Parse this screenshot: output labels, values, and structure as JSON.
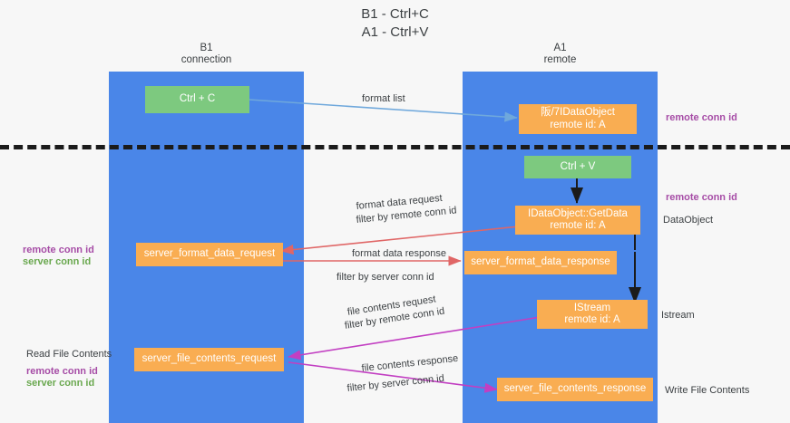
{
  "title": "B1 - Ctrl+C\nA1 - Ctrl+V",
  "lanes": [
    {
      "name": "b1",
      "header": "B1\nconnection"
    },
    {
      "name": "a1",
      "header": "A1\nremote"
    }
  ],
  "nodes": [
    {
      "id": "ctrl-c",
      "line1": "Ctrl + C",
      "line2": "",
      "color": "green"
    },
    {
      "id": "idataobject",
      "line1": "阪/7IDataObject",
      "line2": "remote id: A",
      "color": "orange"
    },
    {
      "id": "ctrl-v",
      "line1": "Ctrl + V",
      "line2": "",
      "color": "green"
    },
    {
      "id": "getdata",
      "line1": "IDataObject::GetData",
      "line2": "remote id: A",
      "color": "orange"
    },
    {
      "id": "sfdreq",
      "line1": "server_format_data_request",
      "line2": "",
      "color": "orange"
    },
    {
      "id": "sfdresp",
      "line1": "server_format_data_response",
      "line2": "",
      "color": "orange"
    },
    {
      "id": "istream",
      "line1": "IStream",
      "line2": "remote id: A",
      "color": "orange"
    },
    {
      "id": "sfcreq",
      "line1": "server_file_contents_request",
      "line2": "",
      "color": "orange"
    },
    {
      "id": "sfcresp",
      "line1": "server_file_contents_response",
      "line2": "",
      "color": "orange"
    }
  ],
  "edge_labels": {
    "format_list": "format list",
    "format_data_request": "format data request",
    "format_data_request_filter_prefix": "filter by ",
    "format_data_request_filter_key": "remote conn id",
    "format_data_response": "format data response",
    "format_data_response_filter_prefix": "filter by ",
    "format_data_response_filter_key": "server conn id",
    "file_contents_request": "file contents request",
    "file_contents_request_filter_prefix": "filter by ",
    "file_contents_request_filter_key": "remote conn id",
    "file_contents_response": "file contents response",
    "file_contents_response_filter_prefix": "filter by ",
    "file_contents_response_filter_key": "server conn id"
  },
  "side_labels": {
    "right_top_remote_conn_id": "remote conn id",
    "right_mid_remote_conn_id": "remote conn id",
    "right_dataobject": "DataObject",
    "right_istream": "Istream",
    "right_write_file_contents": "Write File Contents",
    "left_remote_conn_id_1": "remote conn id",
    "left_server_conn_id_1": "server conn id",
    "left_read_file_contents": "Read File Contents",
    "left_remote_conn_id_2": "remote conn id",
    "left_server_conn_id_2": "server conn id"
  },
  "colors": {
    "lane": "#4a86e8",
    "green_node": "#7dc97f",
    "orange_node": "#f9ad52",
    "purple_text": "#a64ca6",
    "green_text": "#6aa84f",
    "arrow_blue": "#6fa8dc",
    "arrow_red": "#e06666",
    "arrow_magenta": "#c23fc2",
    "arrow_black": "#1b1b1b",
    "background": "#f7f7f7"
  }
}
